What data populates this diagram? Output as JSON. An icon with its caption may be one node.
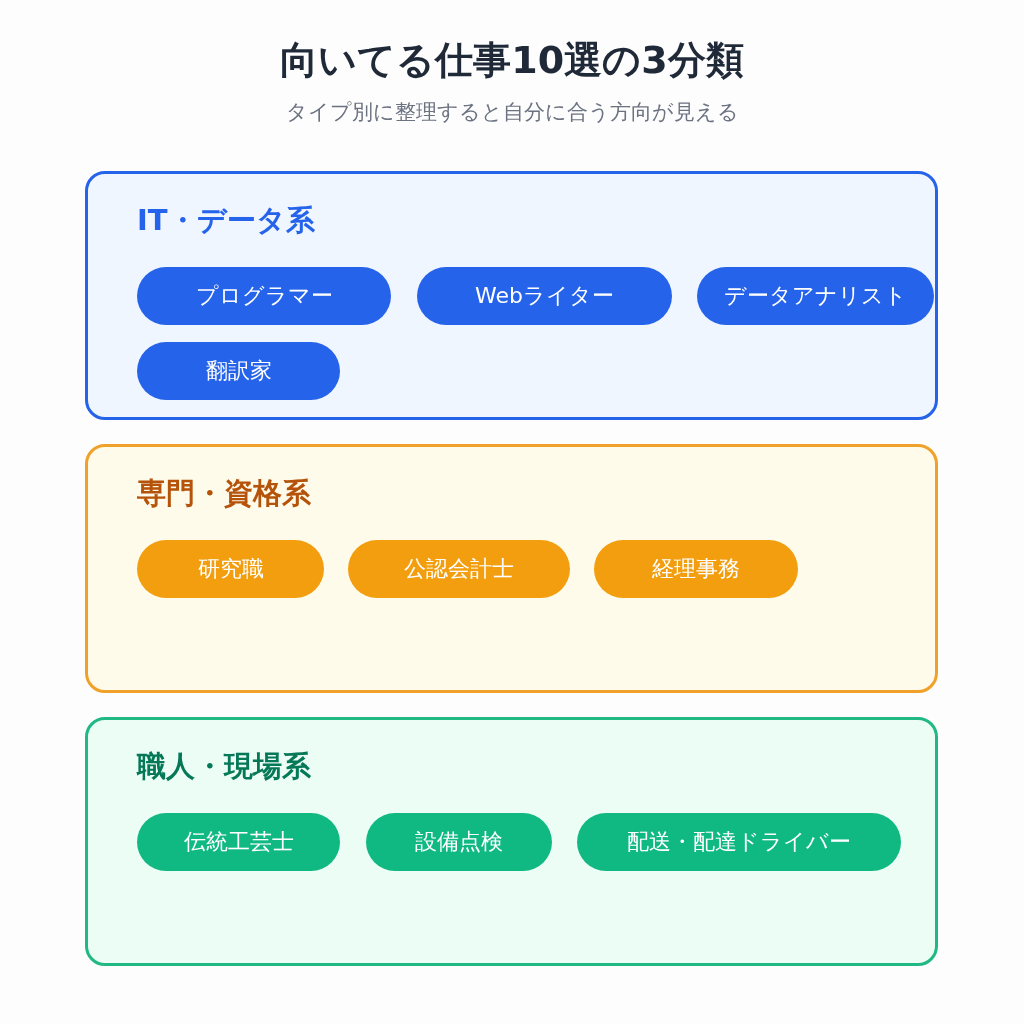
{
  "diagram": {
    "title": "向いてる仕事10選の3分類",
    "nodes": [
      {
        "text": [
          "IT・データ系"
        ]
      },
      {
        "text": [
          "プログラマー"
        ],
        "in": 0
      },
      {
        "text": [
          "Webライター"
        ],
        "in": 0
      },
      {
        "text": [
          "データアナリスト"
        ],
        "in": 0
      },
      {
        "text": [
          "翻訳家"
        ],
        "in": 0
      },
      {
        "text": [
          "専門・資格系"
        ]
      },
      {
        "text": [
          "研究職"
        ],
        "in": 5
      },
      {
        "text": [
          "公認会計士"
        ],
        "in": 5
      },
      {
        "text": [
          "経理事務"
        ],
        "in": 5
      },
      {
        "text": [
          "職人・現場系"
        ]
      },
      {
        "text": [
          "伝統工芸士"
        ],
        "in": 9
      },
      {
        "text": [
          "設備点検"
        ],
        "in": 9
      },
      {
        "text": [
          "配送・配達ドライバー"
        ],
        "in": 9
      }
    ],
    "labels": [
      "タイプ別に整理すると自分に合う方向が見える"
    ]
  }
}
